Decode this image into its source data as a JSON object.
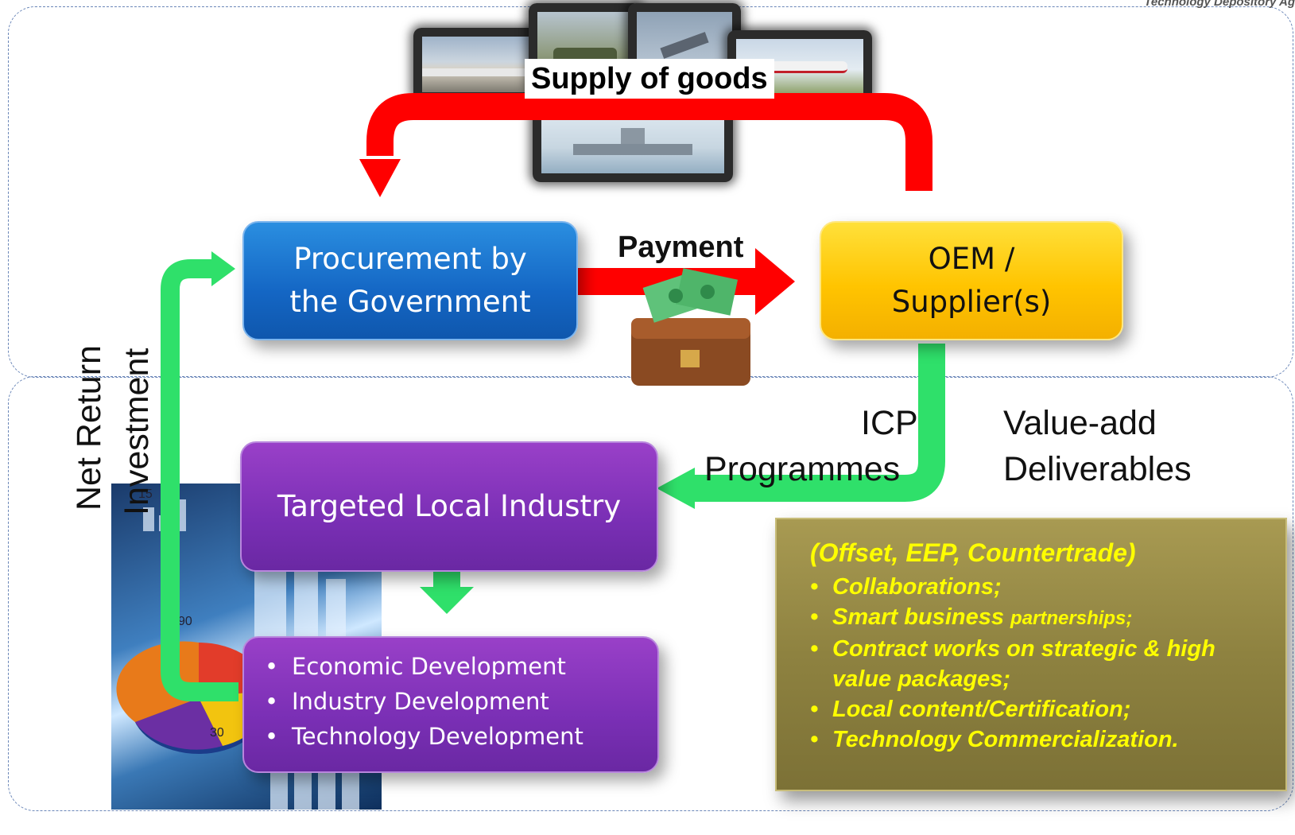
{
  "header": {
    "text": "Technology Depository Ag"
  },
  "supply": {
    "label": "Supply of goods"
  },
  "procurement": {
    "line1": "Procurement by",
    "line2": "the Government"
  },
  "payment": {
    "label": "Payment"
  },
  "oem": {
    "line1": "OEM /",
    "line2": "Supplier(s)"
  },
  "icp": {
    "line1": "ICP",
    "line2": "Programmes"
  },
  "value_add": {
    "line1": "Value-add",
    "line2": "Deliverables"
  },
  "local_industry": {
    "label": "Targeted Local Industry"
  },
  "development": {
    "items": [
      "Economic Development",
      "Industry Development",
      "Technology Development"
    ]
  },
  "side_labels": {
    "net_return": "Net Return",
    "investment": "Investment"
  },
  "deliverables_box": {
    "heading": "(Offset, EEP, Countertrade)",
    "items": [
      {
        "main": "Collaborations;",
        "small": ""
      },
      {
        "main": "Smart business ",
        "small": "partnerships;"
      },
      {
        "main": "Contract works on strategic & high value packages;",
        "small": ""
      },
      {
        "main": "Local content/Certification;",
        "small": ""
      },
      {
        "main": "Technology Commercialization.",
        "small": ""
      }
    ]
  },
  "chart_ticks": {
    "t1": "15",
    "t2": "90",
    "t3": "30"
  },
  "colors": {
    "red_arrow": "#ff0000",
    "green_arrow": "#22e060",
    "blue_box": "#1466c4",
    "yellow_box": "#ffc400",
    "purple_box": "#7a2fb5",
    "olive_box": "#8e8240",
    "bullet_text": "#ffff00"
  }
}
